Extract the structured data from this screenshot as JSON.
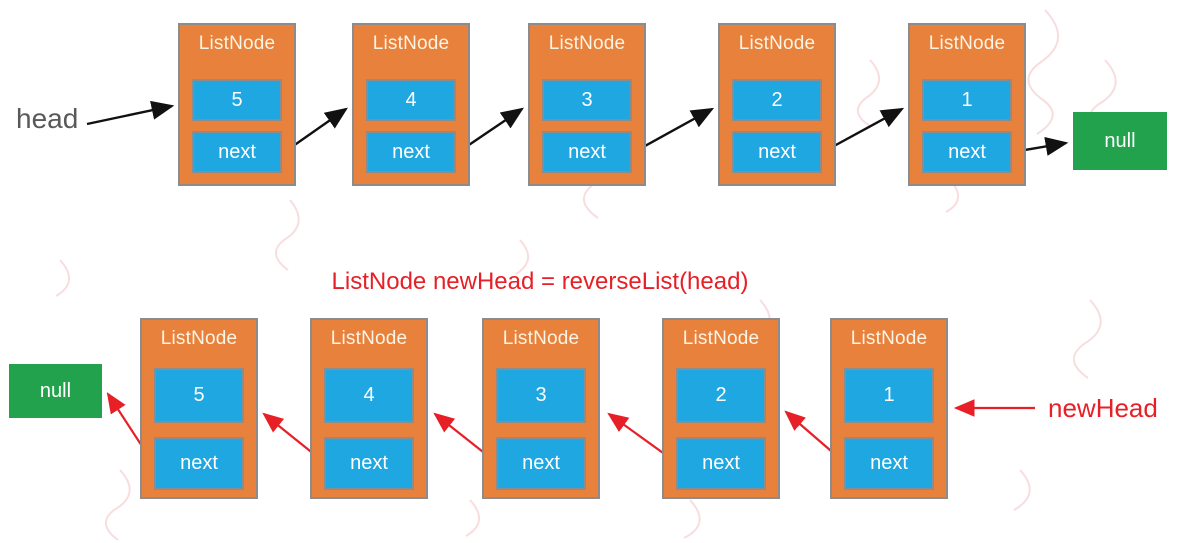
{
  "caption": "ListNode newHead = reverseList(head)",
  "labels": {
    "head": "head",
    "new_head": "newHead"
  },
  "rows": [
    {
      "name": "original-list",
      "terminator": "null",
      "nodes": [
        {
          "title": "ListNode",
          "value": "5",
          "next_label": "next"
        },
        {
          "title": "ListNode",
          "value": "4",
          "next_label": "next"
        },
        {
          "title": "ListNode",
          "value": "3",
          "next_label": "next"
        },
        {
          "title": "ListNode",
          "value": "2",
          "next_label": "next"
        },
        {
          "title": "ListNode",
          "value": "1",
          "next_label": "next"
        }
      ]
    },
    {
      "name": "reversed-list",
      "terminator": "null",
      "nodes": [
        {
          "title": "ListNode",
          "value": "5",
          "next_label": "next"
        },
        {
          "title": "ListNode",
          "value": "4",
          "next_label": "next"
        },
        {
          "title": "ListNode",
          "value": "3",
          "next_label": "next"
        },
        {
          "title": "ListNode",
          "value": "2",
          "next_label": "next"
        },
        {
          "title": "ListNode",
          "value": "1",
          "next_label": "next"
        }
      ]
    }
  ],
  "colors": {
    "node_fill": "#E8813B",
    "cell_fill": "#1FA7E2",
    "null_fill": "#23A24D",
    "border": "#8c8c8c",
    "arrow_original": "#111111",
    "arrow_reversed": "#E71F26",
    "caption_text": "#E71F26",
    "head_text": "#595959",
    "node_title_text": "#FCF4E4",
    "cell_text": "#ffffff"
  }
}
